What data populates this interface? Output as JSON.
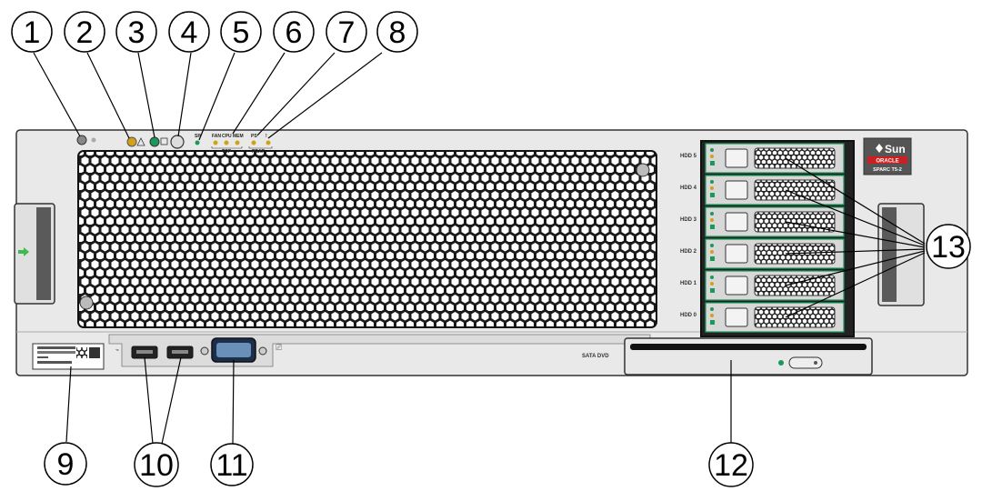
{
  "callouts": {
    "c1": "1",
    "c2": "2",
    "c3": "3",
    "c4": "4",
    "c5": "5",
    "c6": "6",
    "c7": "7",
    "c8": "8",
    "c9": "9",
    "c10": "10",
    "c11": "11",
    "c12": "12",
    "c13": "13"
  },
  "panel_labels": {
    "sp": "SP",
    "fan": "FAN",
    "cpu": "CPU",
    "mem": "MEM",
    "top": "TOP",
    "ps": "PS",
    "rear": "REAR",
    "sata_dvd": "SATA DVD"
  },
  "drive_bays": [
    "HDD 5",
    "HDD 4",
    "HDD 3",
    "HDD 2",
    "HDD 1",
    "HDD 0"
  ],
  "badge": {
    "brand": "Sun",
    "company": "ORACLE",
    "model": "SPARC T5-2"
  },
  "colors": {
    "chassis": "#e9e9e9",
    "grille": "#1a1a1a",
    "amber_led": "#d4a017",
    "green_led": "#1a9a5a",
    "oracle_red": "#cc1f1f",
    "arrow_green": "#3dbb4e"
  }
}
